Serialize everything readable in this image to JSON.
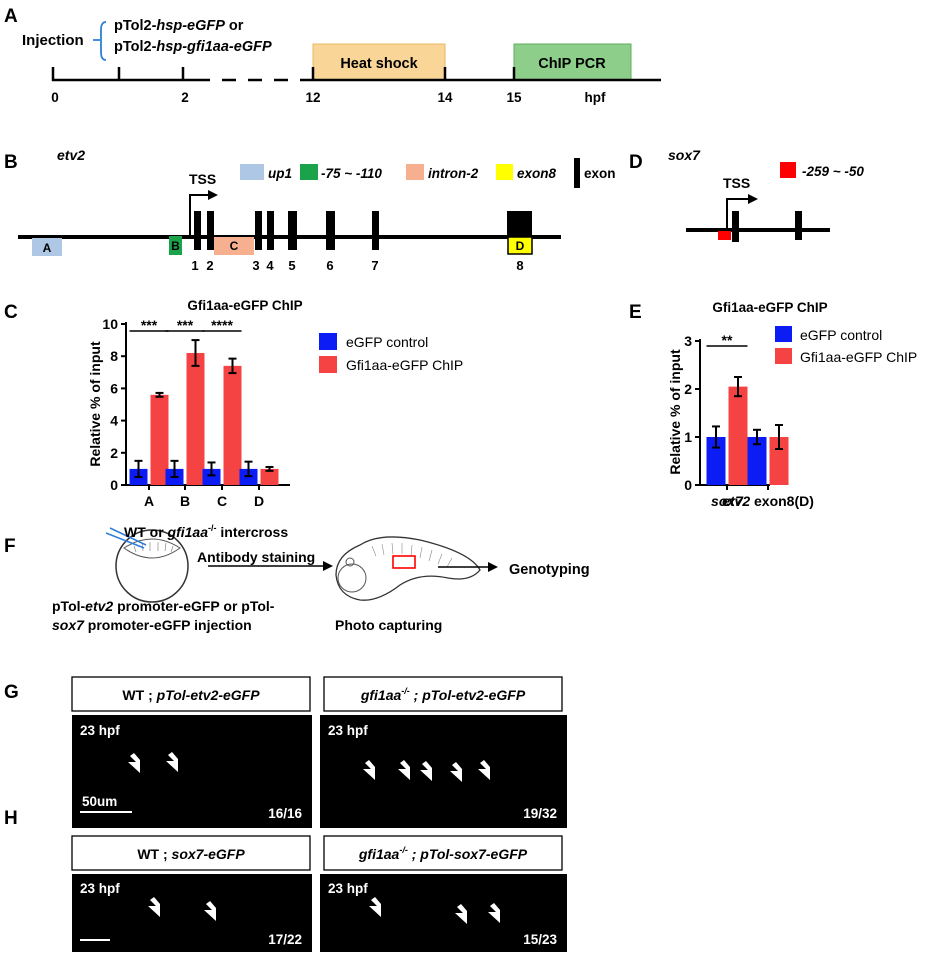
{
  "panelA": {
    "letter": "A",
    "injection_label": "Injection",
    "construct_prefix1": "pTol2-",
    "construct_gene1": "hsp-eGFP",
    "construct_or": " or",
    "construct_prefix2": "pTol2-",
    "construct_gene2": "hsp-gfi1aa-eGFP",
    "box_heat": "Heat shock",
    "box_chip": "ChIP PCR",
    "ticks": [
      "0",
      "2",
      "12",
      "14",
      "15",
      "hpf"
    ],
    "colors": {
      "heat": "#f9d597",
      "chip": "#8dcf8a"
    }
  },
  "panelB": {
    "letter": "B",
    "gene": "etv2",
    "tss": "TSS",
    "legend": [
      {
        "label": "up1",
        "color": "#aec7e4"
      },
      {
        "label": "-75 ~ -110",
        "color": "#1aa34a"
      },
      {
        "label": "intron-2",
        "color": "#f6b08f"
      },
      {
        "label": "exon8",
        "color": "#ffff00"
      }
    ],
    "exon_label": "exon",
    "regions": [
      "A",
      "B",
      "C",
      "D"
    ],
    "exon_numbers": [
      "1",
      "2",
      "3",
      "4",
      "5",
      "6",
      "7",
      "8"
    ]
  },
  "panelD": {
    "letter": "D",
    "gene": "sox7",
    "tss": "TSS",
    "legend": [
      {
        "label": "-259 ~ -50",
        "color": "#ff0000"
      }
    ]
  },
  "panelC": {
    "letter": "C",
    "chart_data": {
      "type": "bar",
      "title": "Gfi1aa-eGFP ChIP",
      "ylabel": "Relative % of input",
      "categories": [
        "A",
        "B",
        "C",
        "D"
      ],
      "ylim": [
        0,
        10
      ],
      "yticks": [
        "0",
        "2",
        "4",
        "6",
        "8",
        "10"
      ],
      "series": [
        {
          "name": "eGFP control",
          "color": "#0b1cf5",
          "values": [
            1.0,
            1.0,
            1.0,
            1.0
          ],
          "errors": [
            0.5,
            0.5,
            0.4,
            0.45
          ]
        },
        {
          "name": "Gfi1aa-eGFP ChIP",
          "color": "#f54343",
          "values": [
            5.6,
            8.2,
            7.4,
            1.0
          ],
          "errors": [
            0.12,
            0.8,
            0.45,
            0.12
          ]
        }
      ],
      "significance": [
        "***",
        "***",
        "****"
      ]
    }
  },
  "panelE": {
    "letter": "E",
    "chart_data": {
      "type": "bar",
      "title": "Gfi1aa-eGFP ChIP",
      "ylabel": "Relative % of input",
      "categories": [
        "sox7",
        "etv2 exon8(D)"
      ],
      "category_parts": [
        {
          "italic": "sox7",
          "plain": ""
        },
        {
          "italic": "etv2",
          "plain": " exon8(D)"
        }
      ],
      "ylim": [
        0,
        3
      ],
      "yticks": [
        "0",
        "1",
        "2",
        "3"
      ],
      "series": [
        {
          "name": "eGFP control",
          "color": "#0b1cf5",
          "values": [
            1.0,
            1.0
          ],
          "errors": [
            0.22,
            0.15
          ]
        },
        {
          "name": "Gfi1aa-eGFP ChIP",
          "color": "#f54343",
          "values": [
            2.05,
            1.0
          ],
          "errors": [
            0.2,
            0.25
          ]
        }
      ],
      "significance": [
        "**"
      ]
    }
  },
  "panelF": {
    "letter": "F",
    "cross_prefix": "WT or ",
    "cross_gene": "gfi1aa",
    "cross_sup": "-/-",
    "cross_suffix": " intercross",
    "staining": "Antibody staining",
    "genotyping": "Genotyping",
    "inj1_prefix": "pTol-",
    "inj1_gene": "etv2",
    "inj1_suffix": " promoter-eGFP or pTol-",
    "inj2_gene": "sox7",
    "inj2_suffix": " promoter-eGFP injection",
    "photo": "Photo capturing"
  },
  "panelG": {
    "letter": "G",
    "left_label_plain": "WT ; ",
    "left_label_italic": "pTol-etv2-eGFP",
    "right_label_gene": "gfi1aa",
    "right_label_sup": "-/-",
    "right_label_rest": " ; pTol-etv2-eGFP",
    "stage": "23 hpf",
    "scale": "50um",
    "left_count": "16/16",
    "right_count": "19/32",
    "fluor_color": "#25d08a"
  },
  "panelH": {
    "letter": "H",
    "left_label_plain": "WT ; ",
    "left_label_italic": "sox7-eGFP",
    "right_label_gene": "gfi1aa",
    "right_label_sup": "-/-",
    "right_label_rest": " ; pTol-sox7-eGFP",
    "stage": "23 hpf",
    "left_count": "17/22",
    "right_count": "15/23",
    "fluor_color": "#2fc83a"
  }
}
